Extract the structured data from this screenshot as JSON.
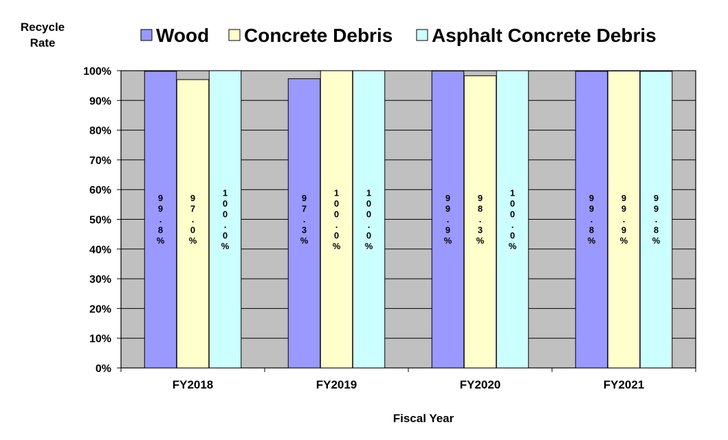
{
  "chart_data": {
    "type": "bar",
    "categories": [
      "FY2018",
      "FY2019",
      "FY2020",
      "FY2021"
    ],
    "series": [
      {
        "name": "Wood",
        "color": "#9999ff",
        "values": [
          99.8,
          97.3,
          99.9,
          99.8
        ],
        "labels": [
          "99.8%",
          "97.3%",
          "99.9%",
          "99.8%"
        ]
      },
      {
        "name": "Concrete Debris",
        "color": "#ffffcc",
        "values": [
          97.0,
          100.0,
          98.3,
          99.9
        ],
        "labels": [
          "97.0%",
          "100.0%",
          "98.3%",
          "99.9%"
        ]
      },
      {
        "name": "Asphalt Concrete Debris",
        "color": "#ccffff",
        "values": [
          100.0,
          100.0,
          100.0,
          99.8
        ],
        "labels": [
          "100.0%",
          "100.0%",
          "100.0%",
          "99.8%"
        ]
      }
    ],
    "ylabel_lines": [
      "Recycle",
      "Rate"
    ],
    "xlabel": "Fiscal Year",
    "ylim": [
      0,
      100
    ],
    "yticks": [
      0,
      10,
      20,
      30,
      40,
      50,
      60,
      70,
      80,
      90,
      100
    ],
    "ytick_labels": [
      "0%",
      "10%",
      "20%",
      "30%",
      "40%",
      "50%",
      "60%",
      "70%",
      "80%",
      "90%",
      "100%"
    ],
    "grid": true,
    "legend_position": "top",
    "plot_background": "#c0c0c0"
  }
}
